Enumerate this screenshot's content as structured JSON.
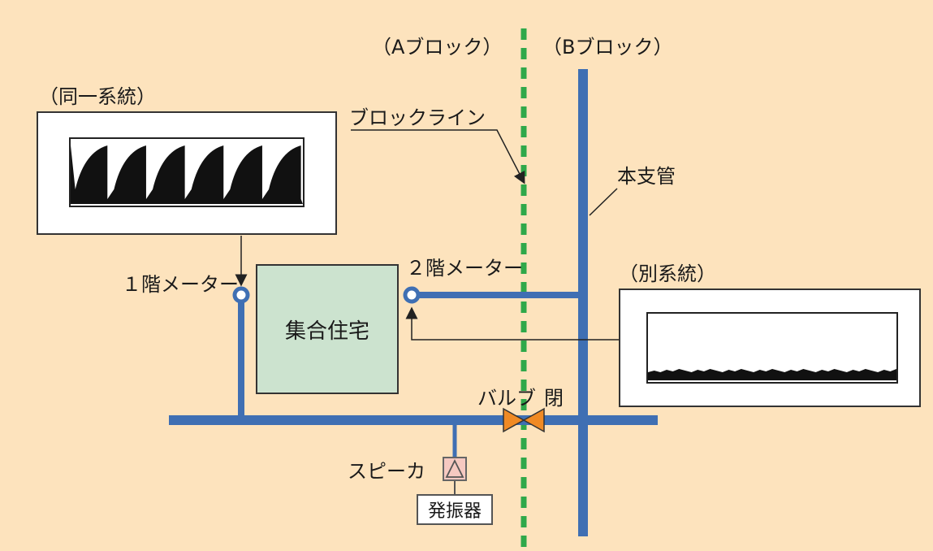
{
  "labels": {
    "block_a": "（Aブロック）",
    "block_b": "（Bブロック）",
    "same_system": "（同一系統）",
    "other_system": "（別系統）",
    "block_line": "ブロックライン",
    "main_pipe": "本支管",
    "meter_1f": "１階メーター",
    "meter_2f": "２階メーター",
    "housing": "集合住宅",
    "valve": "バルブ",
    "valve_state": "閉",
    "speaker": "スピーカ",
    "oscillator": "発振器"
  },
  "colors": {
    "background": "#fde3bd",
    "pipe": "#3f6fb3",
    "block_line": "#2fa84a",
    "building_fill": "#cce3cf",
    "valve": "#f08a24",
    "speaker_fill": "#f6c9c1"
  },
  "same_system_waveform": {
    "pattern": "repeating-sawtooth",
    "peaks": 6
  },
  "other_system_waveform": {
    "pattern": "flat-noise"
  }
}
